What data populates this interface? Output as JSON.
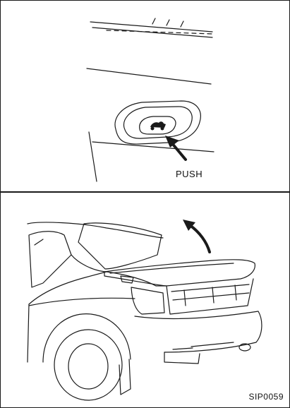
{
  "figure": {
    "push_label": "PUSH",
    "figure_code": "SIP0059",
    "icons": {
      "top_panel": "trunk-opener-button-illustration",
      "bottom_panel": "trunk-lid-opening-illustration",
      "push_arrow": "arrow-up-left-icon",
      "lift_arrow": "curved-arrow-up-icon"
    },
    "colors": {
      "ink": "#1a1a1a",
      "background": "#ffffff"
    }
  }
}
